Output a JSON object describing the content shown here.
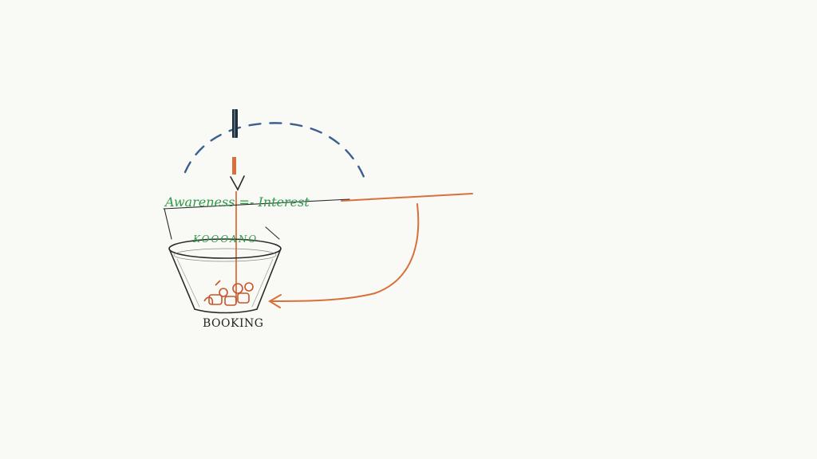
{
  "diagram": {
    "stage_labels": {
      "left": "Awareness =",
      "right": "- Interest",
      "funnel_inner": "KOOOANO",
      "bottom": "BOOKING"
    },
    "colors": {
      "background": "#f9f9f6",
      "ink": "#2a2a2a",
      "green": "#2e9a4a",
      "orange": "#d9703c",
      "blue_dashed": "#3a5f8f",
      "marker_dark": "#1e2f3c"
    },
    "elements": {
      "top_marker": "dark vertical marker stroke",
      "dashed_arc": "blue dashed arc",
      "down_arrow": "orange downward arrow",
      "funnel": "sketched funnel / cup",
      "return_loop": "orange line looping back into funnel with arrowhead",
      "contents": "orange sketched items inside funnel"
    }
  }
}
